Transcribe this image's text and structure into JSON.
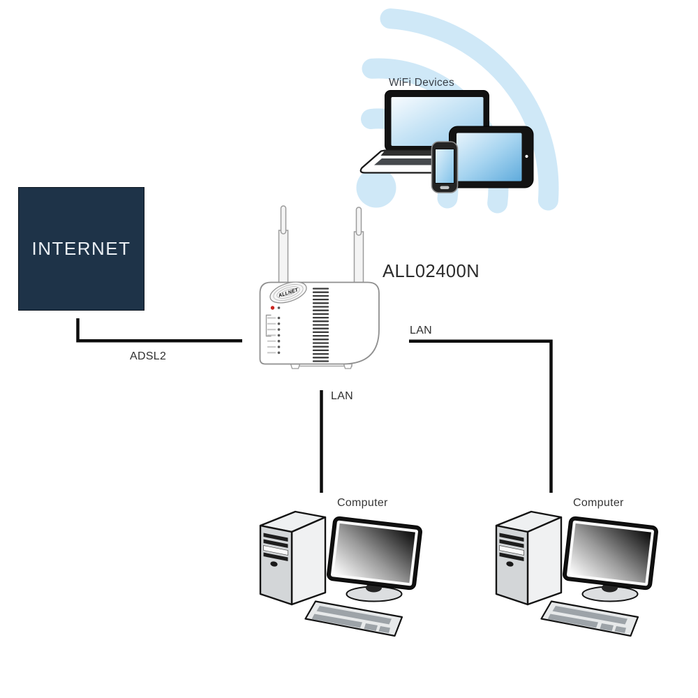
{
  "diagram": {
    "internet": {
      "label": "INTERNET"
    },
    "router": {
      "model": "ALL02400N",
      "brand": "ALLNET"
    },
    "wifi": {
      "label": "WiFi Devices",
      "devices": [
        "laptop-icon",
        "tablet-icon",
        "smartphone-icon"
      ]
    },
    "computers": [
      {
        "label": "Computer"
      },
      {
        "label": "Computer"
      }
    ],
    "connections": {
      "adsl2": {
        "label": "ADSL2",
        "from": "internet",
        "to": "router"
      },
      "lan_right": {
        "label": "LAN",
        "from": "router",
        "to": "computer-2"
      },
      "lan_bottom": {
        "label": "LAN",
        "from": "router",
        "to": "computer-1"
      }
    },
    "colors": {
      "internet_box": "#1e3348",
      "wifi_signal": "#cfe8f7",
      "connection_line": "#0e0e0e",
      "led_red": "#c9251f",
      "device_screen_blue": "#9ccdee"
    }
  }
}
